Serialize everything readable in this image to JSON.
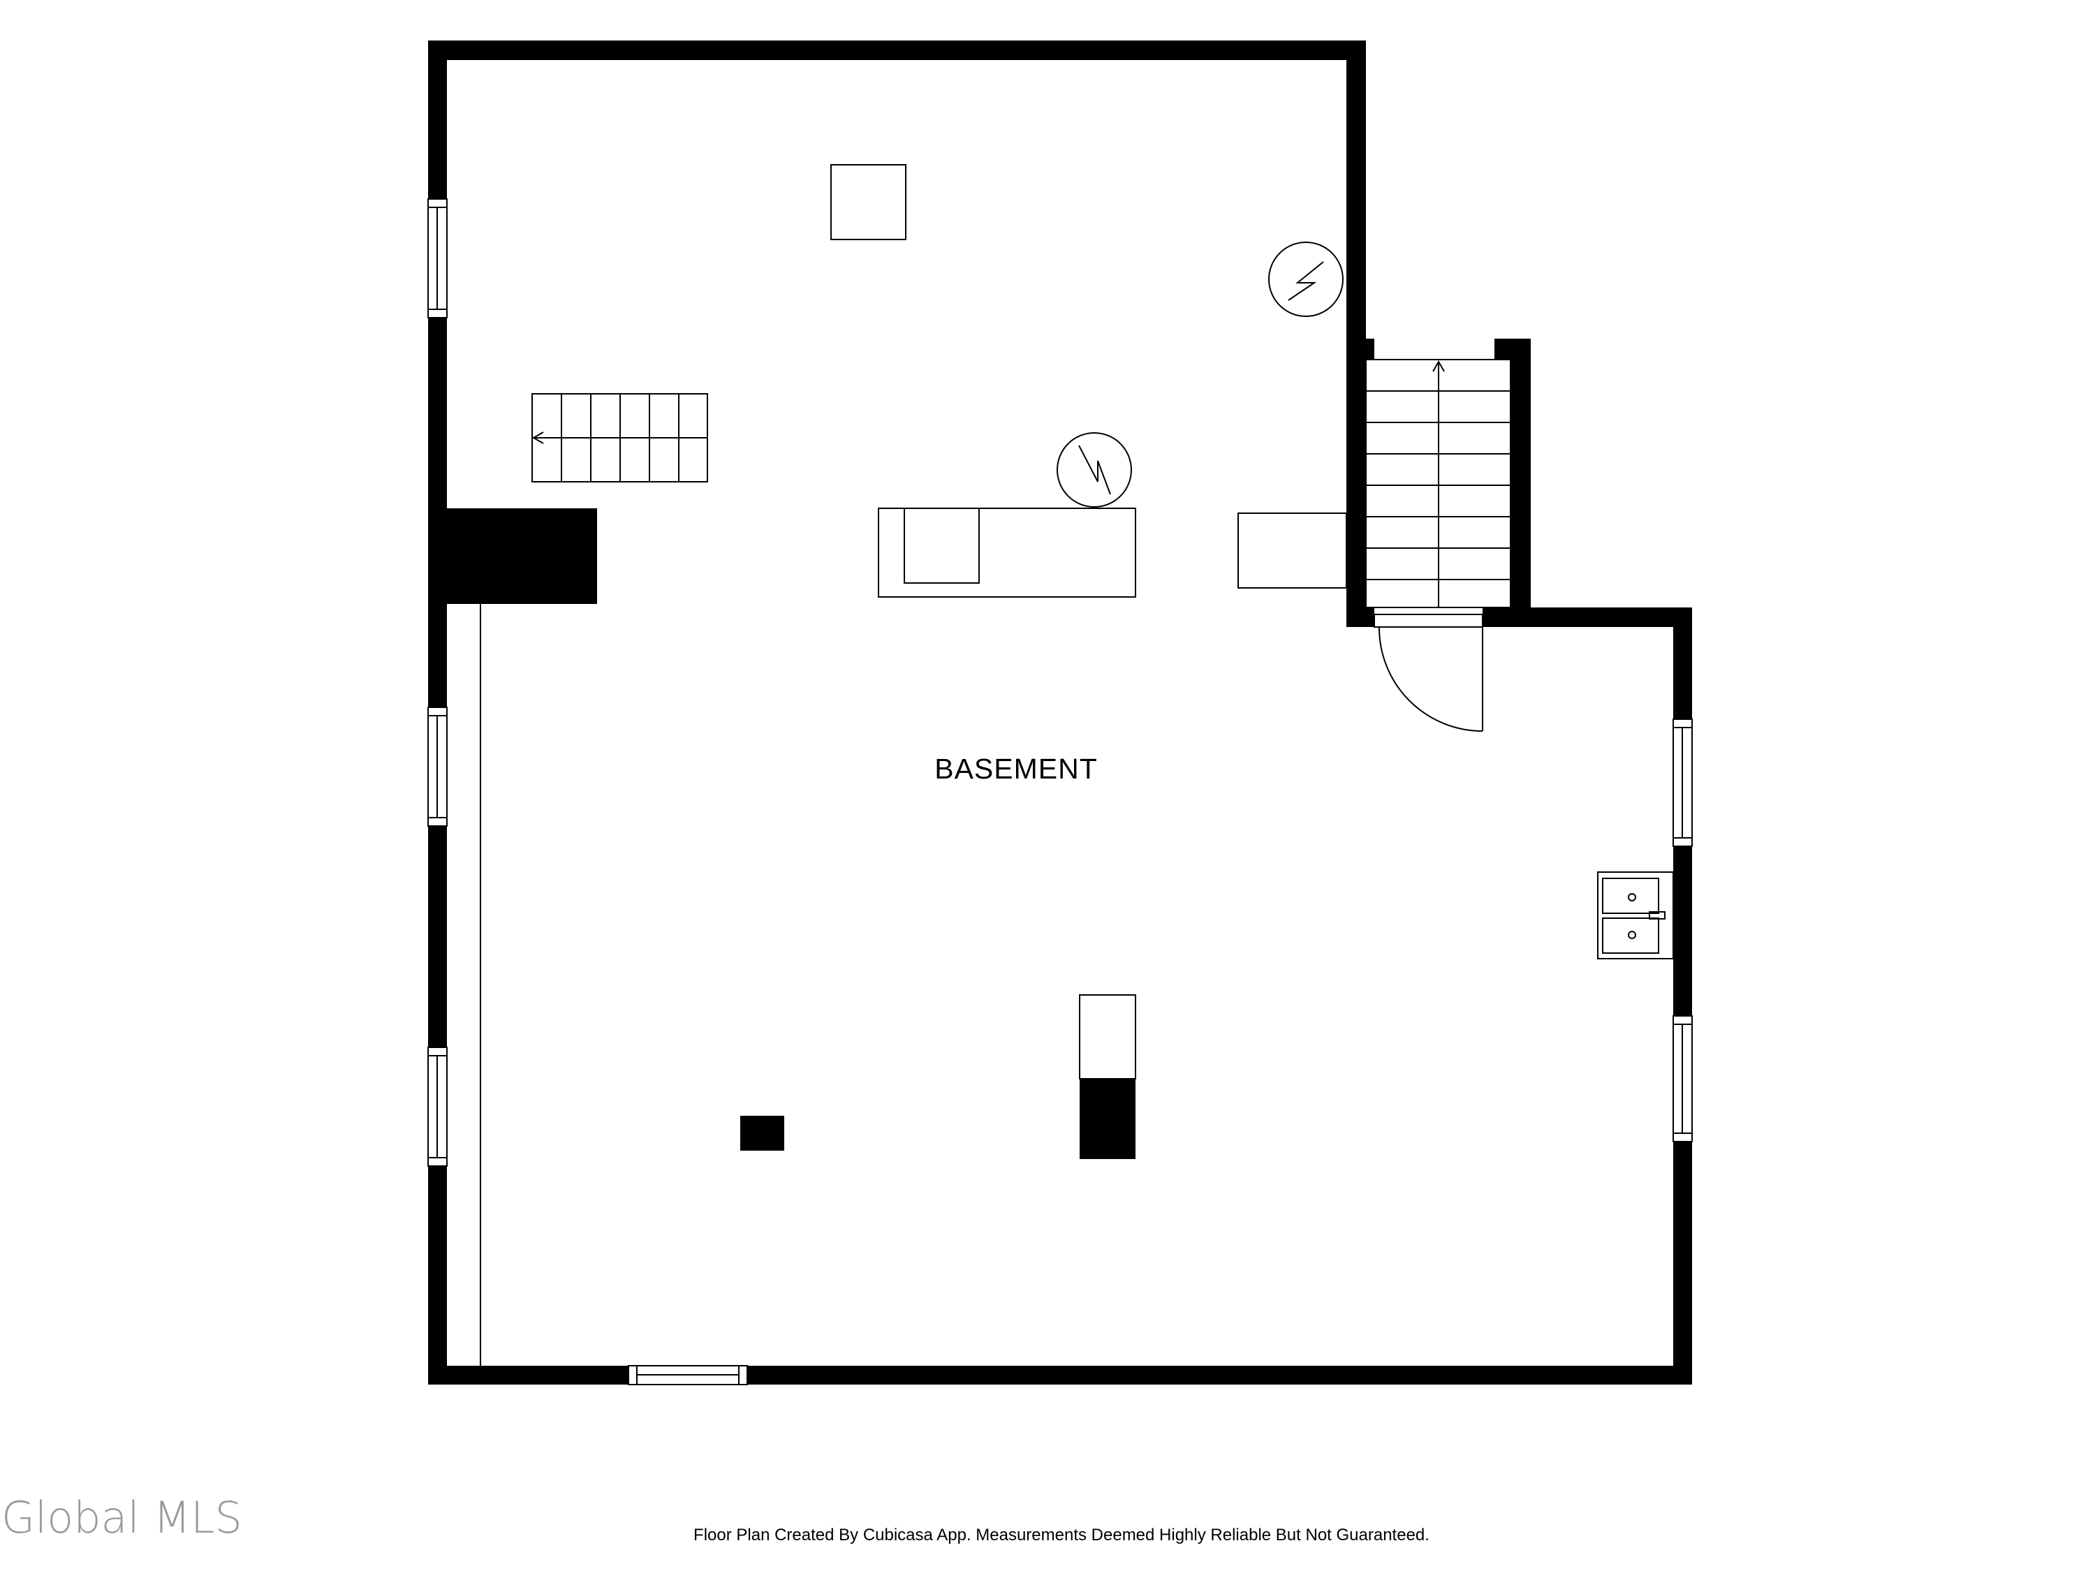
{
  "room": {
    "label": "BASEMENT"
  },
  "footer": {
    "disclaimer": "Floor Plan Created By Cubicasa App. Measurements Deemed Highly Reliable But Not Guaranteed."
  },
  "watermark": {
    "text": "Global MLS"
  },
  "colors": {
    "wall": "#000000",
    "background": "#ffffff",
    "line": "#000000",
    "watermark": "#9a9a9a"
  }
}
